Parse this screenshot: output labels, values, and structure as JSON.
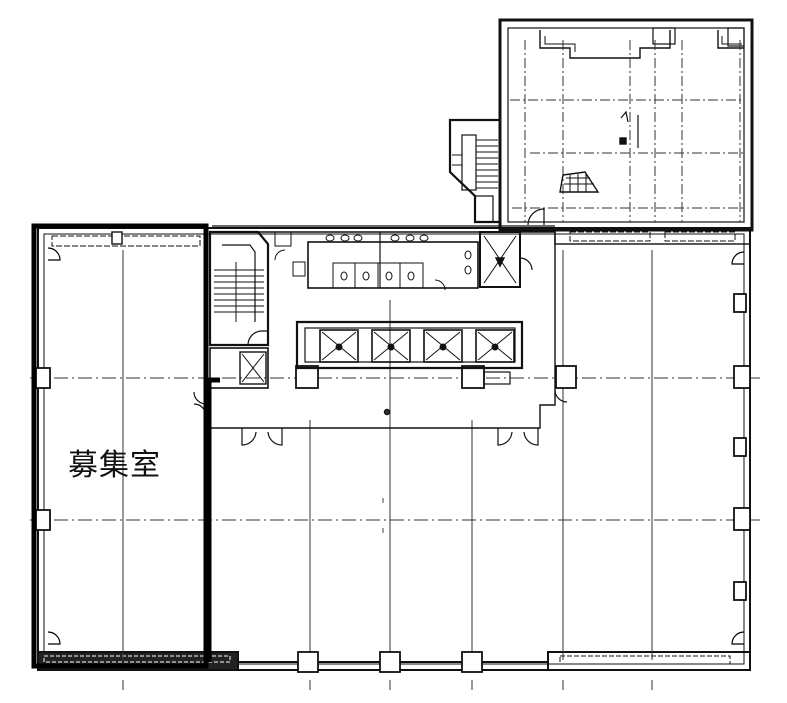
{
  "floor_plan": {
    "title": "",
    "highlighted_room": {
      "label": "募集室",
      "outline_color": "#000000"
    },
    "areas": [
      {
        "name": "vacant-room-left",
        "label": "募集室"
      },
      {
        "name": "main-office-floor",
        "label": ""
      },
      {
        "name": "upper-right-annex",
        "label": ""
      },
      {
        "name": "core-restrooms",
        "label": ""
      },
      {
        "name": "core-elevators",
        "label": ""
      },
      {
        "name": "stair-left",
        "label": ""
      },
      {
        "name": "stair-upper",
        "label": ""
      }
    ],
    "elevator_count": 4,
    "freight_elevator_count": 1,
    "colors": {
      "line": "#111111",
      "grid_line": "#333333",
      "background": "#ffffff",
      "highlight_wall": "#000000"
    }
  }
}
